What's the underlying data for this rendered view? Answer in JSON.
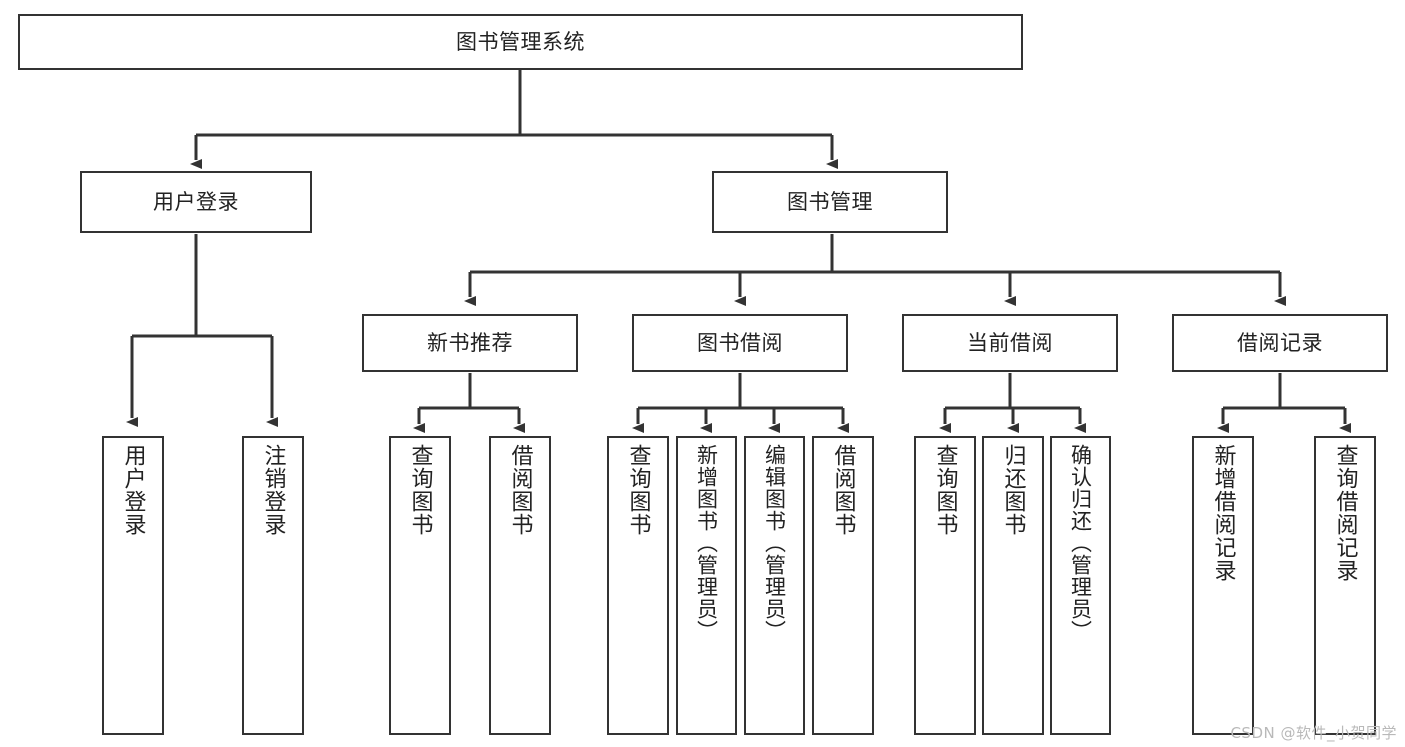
{
  "diagram": {
    "title": "图书管理系统",
    "type": "tree-hierarchy",
    "root": {
      "label": "图书管理系统"
    },
    "level2": [
      {
        "label": "用户登录"
      },
      {
        "label": "图书管理"
      }
    ],
    "level3": [
      {
        "label": "新书推荐"
      },
      {
        "label": "图书借阅"
      },
      {
        "label": "当前借阅"
      },
      {
        "label": "借阅记录"
      }
    ],
    "leaves": {
      "user_login": [
        {
          "label": "用户登录"
        },
        {
          "label": "注销登录"
        }
      ],
      "new_book_recommend": [
        {
          "label": "查询图书"
        },
        {
          "label": "借阅图书"
        }
      ],
      "book_borrow": [
        {
          "label": "查询图书"
        },
        {
          "label": "新增图书（管理员）"
        },
        {
          "label": "编辑图书（管理员）"
        },
        {
          "label": "借阅图书"
        }
      ],
      "current_borrow": [
        {
          "label": "查询图书"
        },
        {
          "label": "归还图书"
        },
        {
          "label": "确认归还（管理员）"
        }
      ],
      "borrow_record": [
        {
          "label": "新增借阅记录"
        },
        {
          "label": "查询借阅记录"
        }
      ]
    }
  },
  "watermark": {
    "text": "CSDN @软件_小贺同学"
  },
  "colors": {
    "stroke": "#333333",
    "background": "#ffffff",
    "text": "#222222",
    "watermark": "#b9b9b9"
  }
}
